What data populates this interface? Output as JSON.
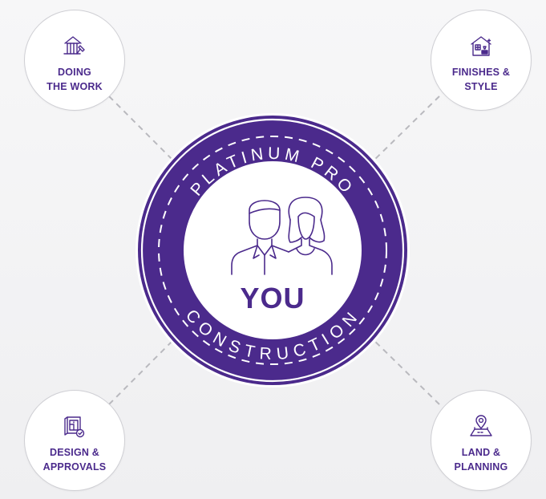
{
  "center": {
    "ring_top_text": "PLATINUM PRO",
    "ring_bottom_text": "CONSTRUCTION",
    "label": "YOU"
  },
  "nodes": {
    "doing_the_work": {
      "line1": "DOING",
      "line2": "THE WORK",
      "icon": "house-frame-icon"
    },
    "finishes_style": {
      "line1": "FINISHES &",
      "line2": "STYLE",
      "icon": "home-interior-icon"
    },
    "design_approvals": {
      "line1": "DESIGN &",
      "line2": "APPROVALS",
      "icon": "blueprint-approved-icon"
    },
    "land_planning": {
      "line1": "LAND &",
      "line2": "PLANNING",
      "icon": "land-location-pin-icon"
    }
  },
  "colors": {
    "brand_purple": "#4b2a8c",
    "connector_gray": "#b9b9be",
    "node_border": "#cfcfd4",
    "background": "#f3f3f5"
  }
}
